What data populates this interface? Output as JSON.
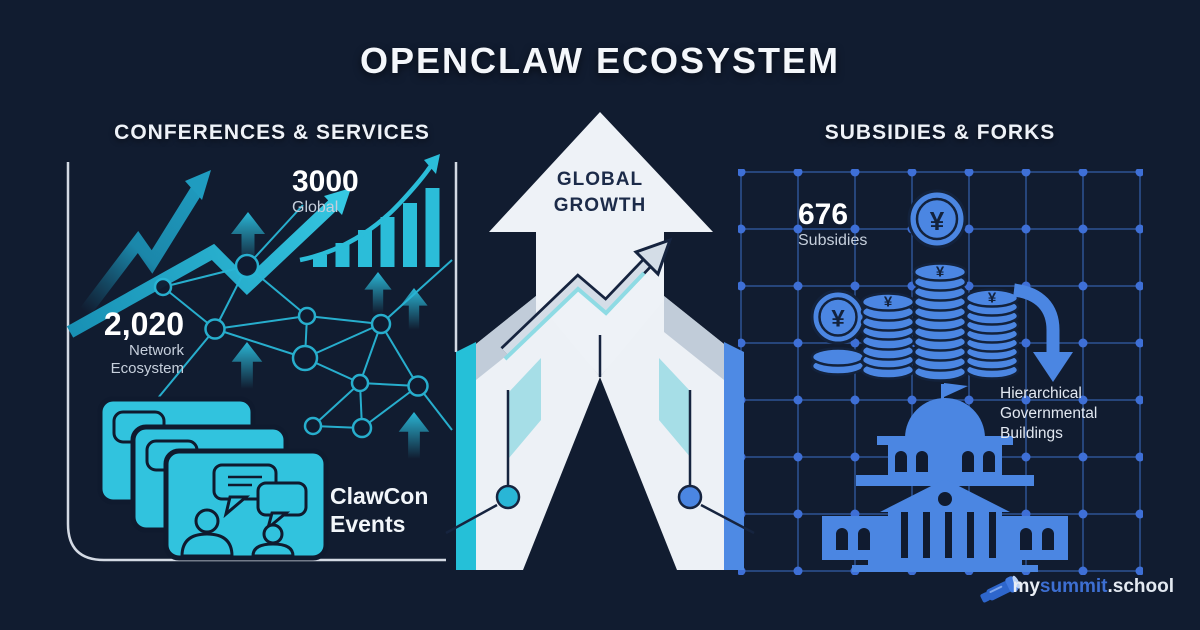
{
  "title": "OPENCLAW ECOSYSTEM",
  "left_panel": {
    "header": "CONFERENCES & SERVICES",
    "global_stat": {
      "value": "3000",
      "label": "Global"
    },
    "network_stat": {
      "value": "2,020",
      "label_line1": "Network",
      "label_line2": "Ecosystem"
    },
    "events_label": {
      "line1": "ClawCon",
      "line2": "Events"
    }
  },
  "center": {
    "label_line1": "GLOBAL",
    "label_line2": "GROWTH"
  },
  "right_panel": {
    "header": "SUBSIDIES & FORKS",
    "subsidies_stat": {
      "value": "676",
      "label": "Subsidies"
    },
    "buildings_label": {
      "line1": "Hierarchical",
      "line2": "Governmental",
      "line3": "Buildings"
    },
    "currency_symbol": "¥"
  },
  "footer": {
    "brand_prefix": "my",
    "brand_highlight": "summit",
    "brand_suffix": ".school"
  },
  "icons": {
    "trend_arrow": "zigzag-growth-arrow",
    "up_arrow": "up-arrow",
    "bar_chart": "growth-bars",
    "network": "network-graph",
    "cards": "conference-chat-cards",
    "big_arrow": "global-growth-arrow",
    "coin": "yen-coin",
    "coin_stack": "yen-coin-stack",
    "down_arrow": "curved-down-arrow",
    "building": "government-building",
    "telescope": "telescope"
  },
  "colors": {
    "background": "#111c30",
    "cyan": "#2bbdd9",
    "card_cyan": "#31c3de",
    "blue": "#4b86e2",
    "grid_line": "#26457b",
    "node_dot": "#3e6fd6",
    "white_arrow": "#eef2f7",
    "muted_text": "#c6cfdc",
    "navy_outline": "#16243f",
    "brand_blue": "#3d6fd2"
  }
}
